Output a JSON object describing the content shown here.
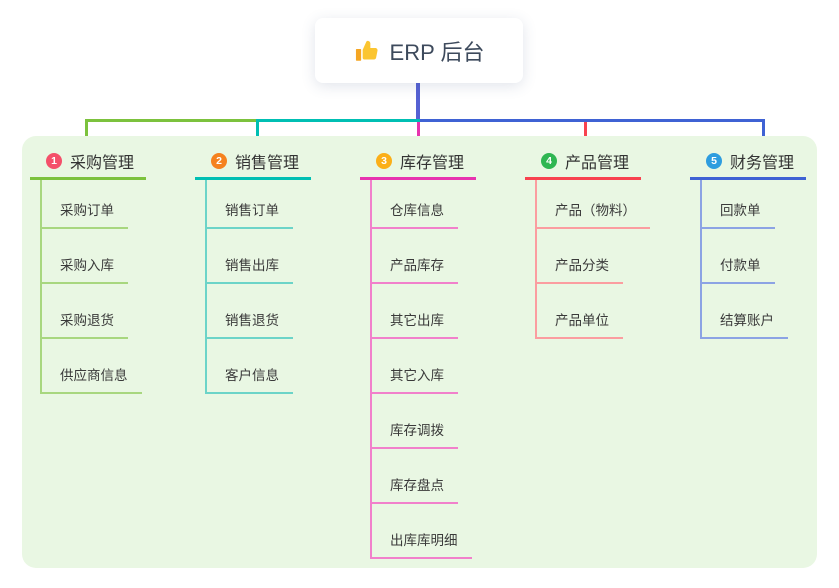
{
  "root": {
    "icon": "thumbs-up-icon",
    "title": "ERP 后台"
  },
  "colors": {
    "page_background": "#ffffff",
    "panel_background": "#e9f7e3",
    "root_connector": "#5561d3",
    "root_text": "#3d4a5c",
    "node_text": "#333333"
  },
  "branches": [
    {
      "index": "1",
      "label": "采购管理",
      "badge_color": "#f4506a",
      "line_color": "#7cc23d",
      "sub_line_color": "#a8d77f",
      "children": [
        "采购订单",
        "采购入库",
        "采购退货",
        "供应商信息"
      ]
    },
    {
      "index": "2",
      "label": "销售管理",
      "badge_color": "#f5821f",
      "line_color": "#00bfb3",
      "sub_line_color": "#6cd4c8",
      "children": [
        "销售订单",
        "销售出库",
        "销售退货",
        "客户信息"
      ]
    },
    {
      "index": "3",
      "label": "库存管理",
      "badge_color": "#fbaf18",
      "line_color": "#e733af",
      "sub_line_color": "#f180cb",
      "children": [
        "仓库信息",
        "产品库存",
        "其它出库",
        "其它入库",
        "库存调拨",
        "库存盘点",
        "出库库明细"
      ]
    },
    {
      "index": "4",
      "label": "产品管理",
      "badge_color": "#2fb652",
      "line_color": "#f8424f",
      "sub_line_color": "#fb9da0",
      "children": [
        "产品（物料）",
        "产品分类",
        "产品单位"
      ]
    },
    {
      "index": "5",
      "label": "财务管理",
      "badge_color": "#2e9ddf",
      "line_color": "#3f62d4",
      "sub_line_color": "#8ca3e4",
      "children": [
        "回款单",
        "付款单",
        "结算账户"
      ]
    }
  ]
}
